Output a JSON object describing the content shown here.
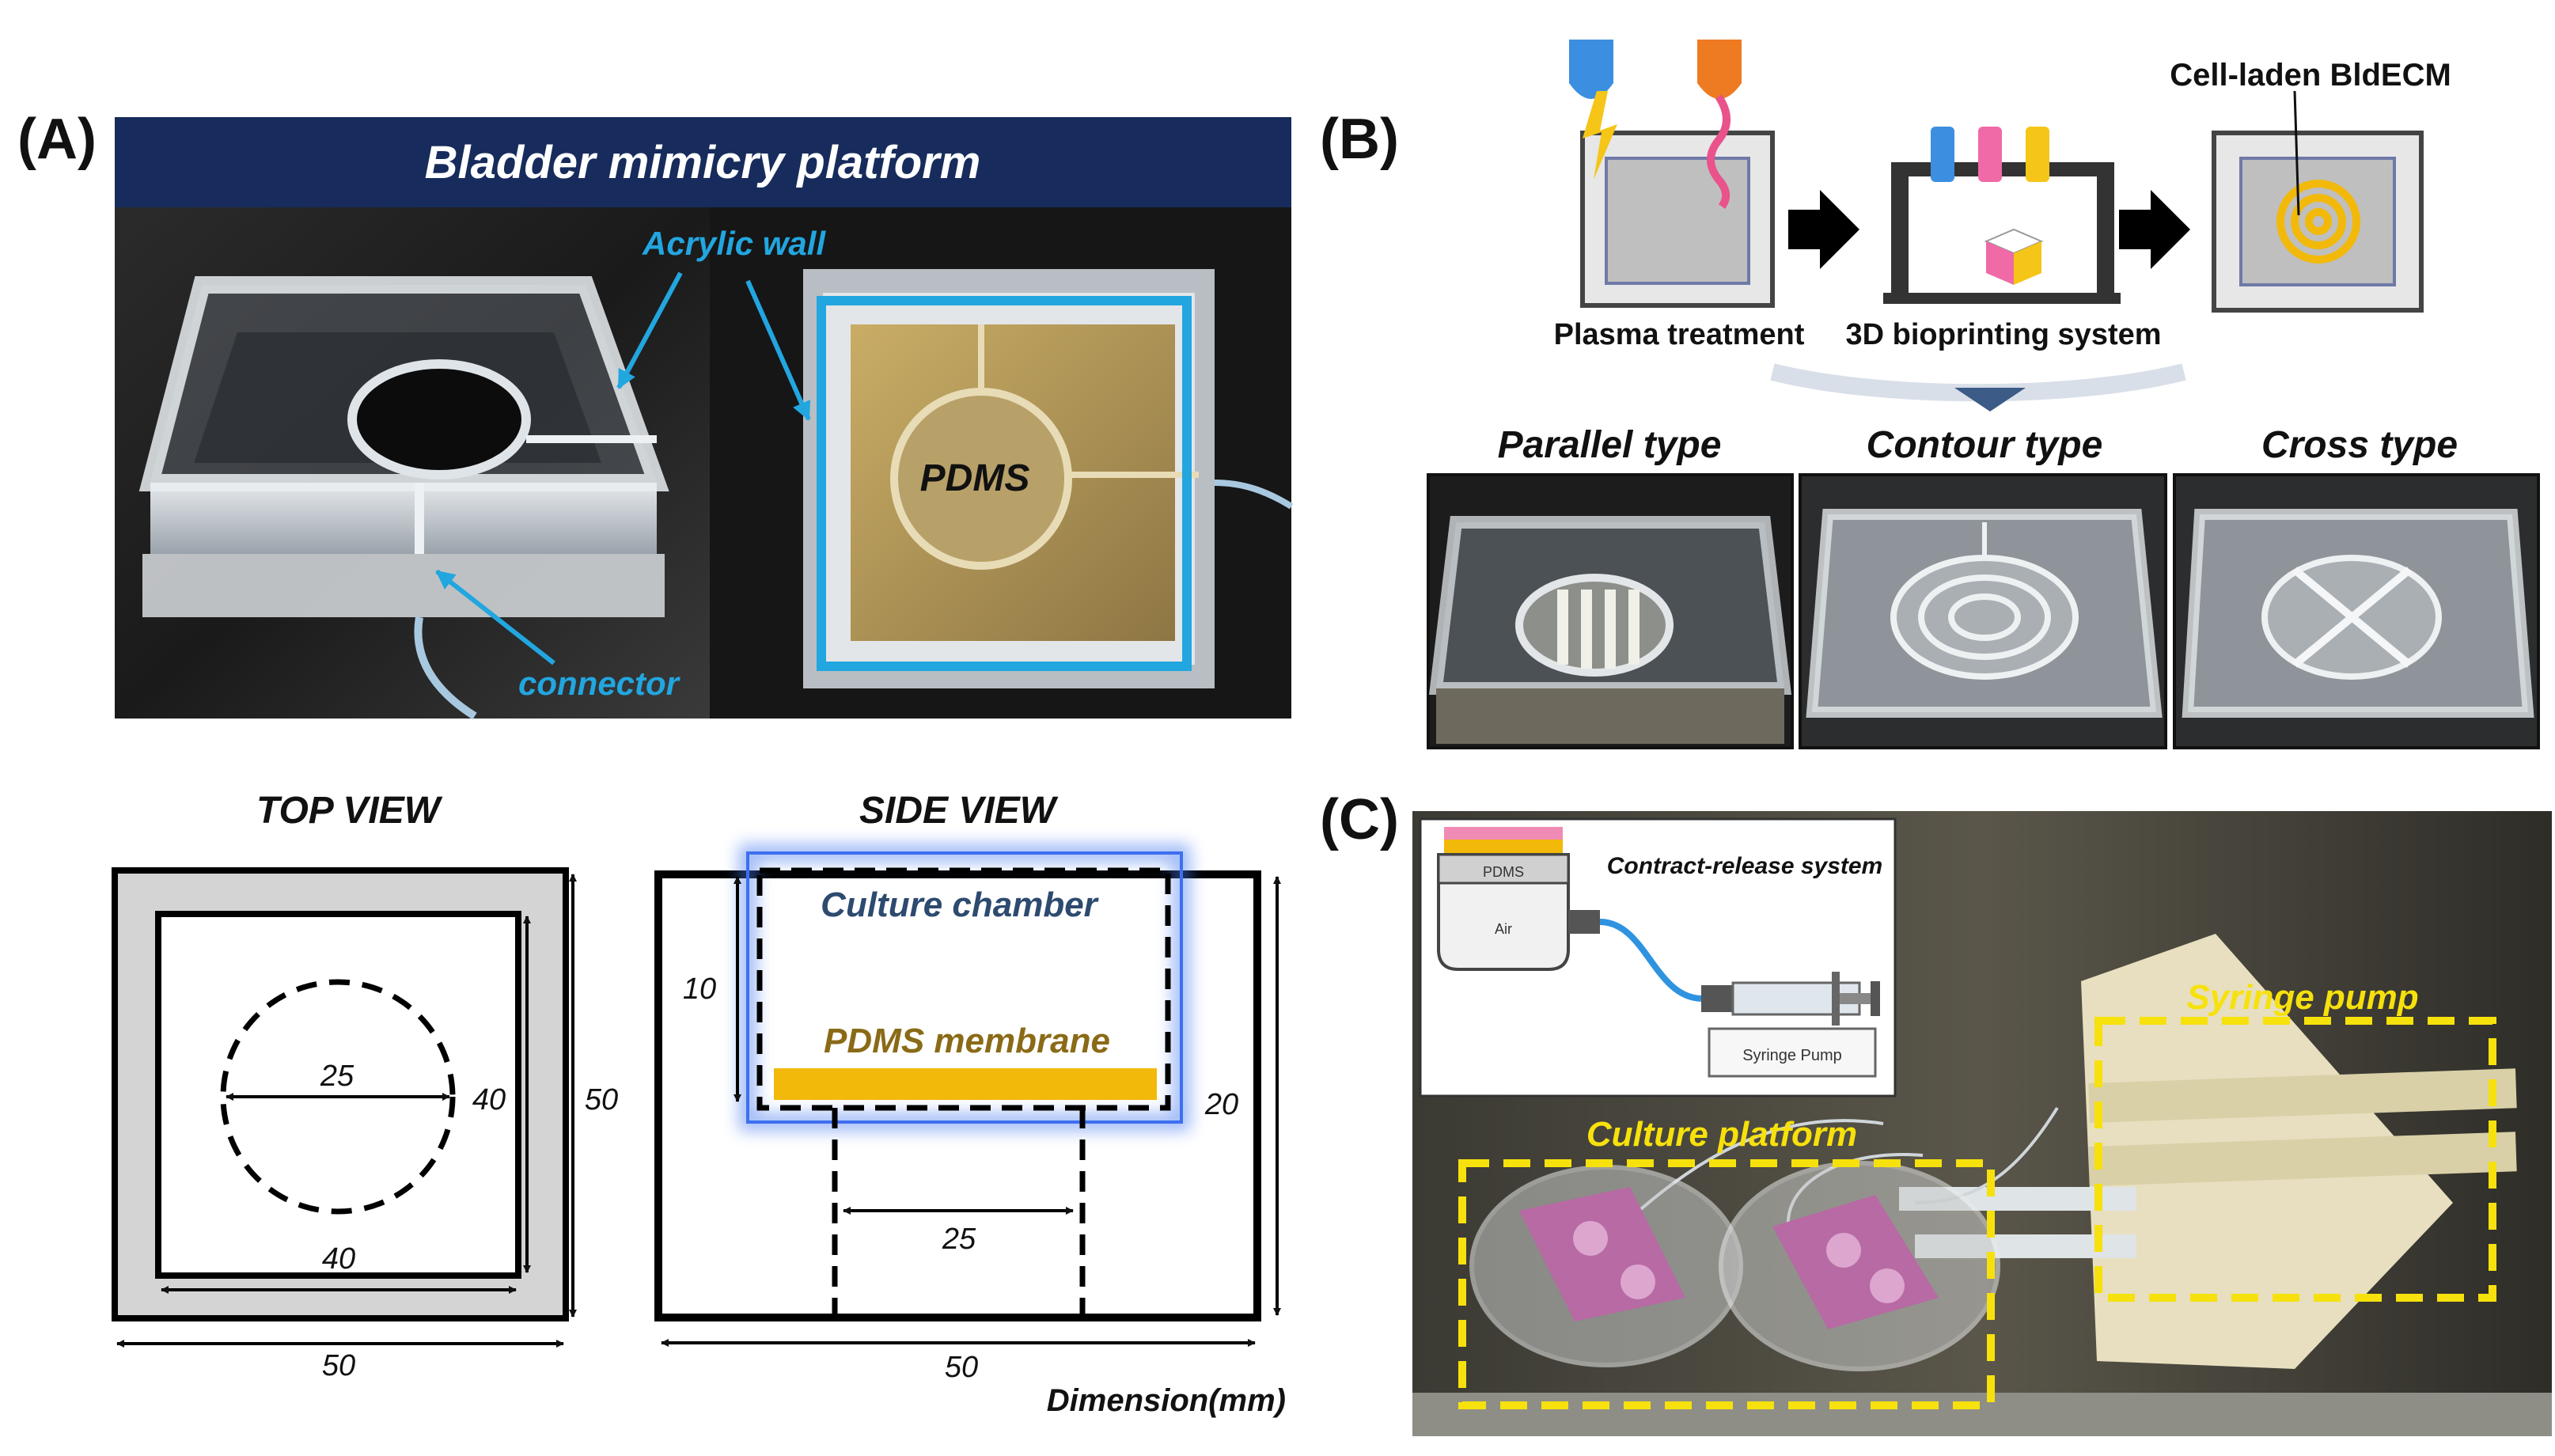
{
  "panels": {
    "a": {
      "label": "(A)",
      "banner": "Bladder mimicry platform",
      "acrylic_wall": "Acrylic wall",
      "connector": "connector",
      "pdms": "PDMS"
    },
    "b": {
      "label": "(B)",
      "cell_laden": "Cell-laden BldECM",
      "step1": "Plasma treatment",
      "step2": "3D bioprinting system",
      "types": [
        "Parallel type",
        "Contour type",
        "Cross type"
      ]
    },
    "c": {
      "label": "(C)",
      "contract_release": "Contract-release system",
      "inset_pdms": "PDMS",
      "inset_air": "Air",
      "inset_pump": "Syringe Pump",
      "syringe_pump": "Syringe pump",
      "culture_platform": "Culture platform"
    }
  },
  "top_view": {
    "title": "TOP VIEW",
    "d_circle": "25",
    "d_inner_h": "40",
    "d_inner_v": "40",
    "d_outer_v": "50",
    "d_outer_h": "50"
  },
  "side_view": {
    "title": "SIDE VIEW",
    "culture_chamber": "Culture chamber",
    "pdms_membrane": "PDMS membrane",
    "d_chamber": "10",
    "d_height": "20",
    "d_hole": "25",
    "d_width": "50",
    "units": "Dimension(mm)"
  },
  "colors": {
    "banner": "#172c5c",
    "cyan": "#22a6df",
    "yellow": "#f7e10c",
    "gold": "#f2b90a",
    "pdms_fill": "#b59a55"
  }
}
